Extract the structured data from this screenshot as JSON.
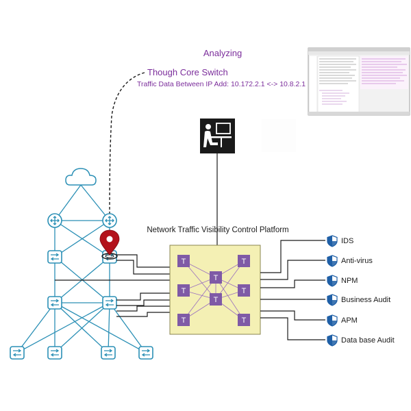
{
  "colors": {
    "annotation_purple": "#7b2d9b",
    "network_blue": "#2a8fb5",
    "platform_fill": "#f4f0b4",
    "platform_border": "#8a8650",
    "tap_node": "#7f5aa6",
    "shield_blue": "#1f5fa6",
    "pin_red": "#b3121b"
  },
  "annotations": {
    "analyzing": "Analyzing",
    "core_switch": "Though Core Switch",
    "traffic_data": "Traffic Data Between IP Add: 10.172.2.1 <-> 10.8.2.1"
  },
  "platform": {
    "title": "Network Traffic Visibility Control Platform",
    "node_label": "T"
  },
  "tools": [
    {
      "label": "IDS",
      "icon": "shield-icon"
    },
    {
      "label": "Anti-virus",
      "icon": "shield-icon"
    },
    {
      "label": "NPM",
      "icon": "shield-icon"
    },
    {
      "label": "Business Audit",
      "icon": "shield-icon"
    },
    {
      "label": "APM",
      "icon": "shield-icon"
    },
    {
      "label": "Data base Audit",
      "icon": "shield-icon"
    }
  ],
  "icons": {
    "cloud": "cloud-icon",
    "router": "router-icon",
    "switch": "switch-icon",
    "pin": "location-pin-icon",
    "operator": "operator-workstation-icon",
    "screenshot": "analyzer-window-thumbnail"
  }
}
